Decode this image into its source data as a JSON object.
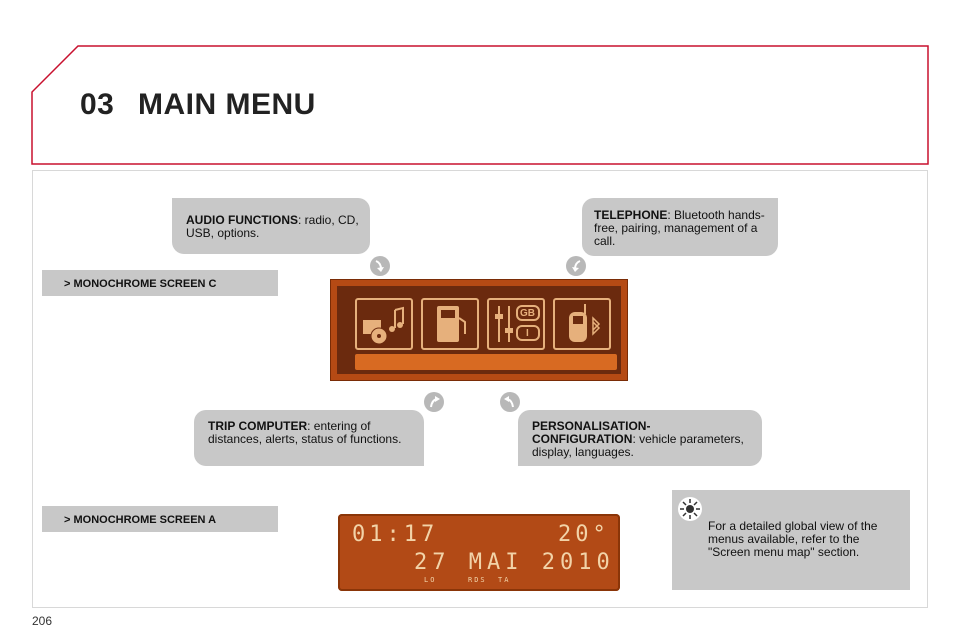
{
  "header": {
    "chapter": "03",
    "title": "MAIN MENU"
  },
  "bubbles": {
    "audio": {
      "heading": "AUDIO FUNCTIONS",
      "text": ": radio, CD, USB, options."
    },
    "telephone": {
      "heading": "TELEPHONE",
      "text": ": Bluetooth hands-free, pairing, management of a call."
    },
    "trip": {
      "heading": "TRIP COMPUTER",
      "text": ": entering of distances, alerts, status of functions."
    },
    "personalisation": {
      "heading": "PERSONALISATION-CONFIGURATION",
      "text": ": vehicle parameters, display, languages."
    }
  },
  "labels": {
    "screen_c": "> MONOCHROME SCREEN C",
    "screen_a": "> MONOCHROME SCREEN A"
  },
  "screen_a": {
    "time": "01:17",
    "temp": "20°",
    "date": "27 MAI 2010",
    "lo": "LO",
    "rds": "RDS",
    "ta": "TA"
  },
  "screen_c": {
    "language_top": "GB",
    "language_bottom": "I"
  },
  "note": {
    "text": "For a detailed global view of the menus available, refer to the \"Screen menu map\" section."
  },
  "footer": {
    "page": "206"
  },
  "colors": {
    "frame_red": "#c8102e",
    "bubble_gray": "#c8c8c8",
    "screen_brown": "#b54a14"
  }
}
